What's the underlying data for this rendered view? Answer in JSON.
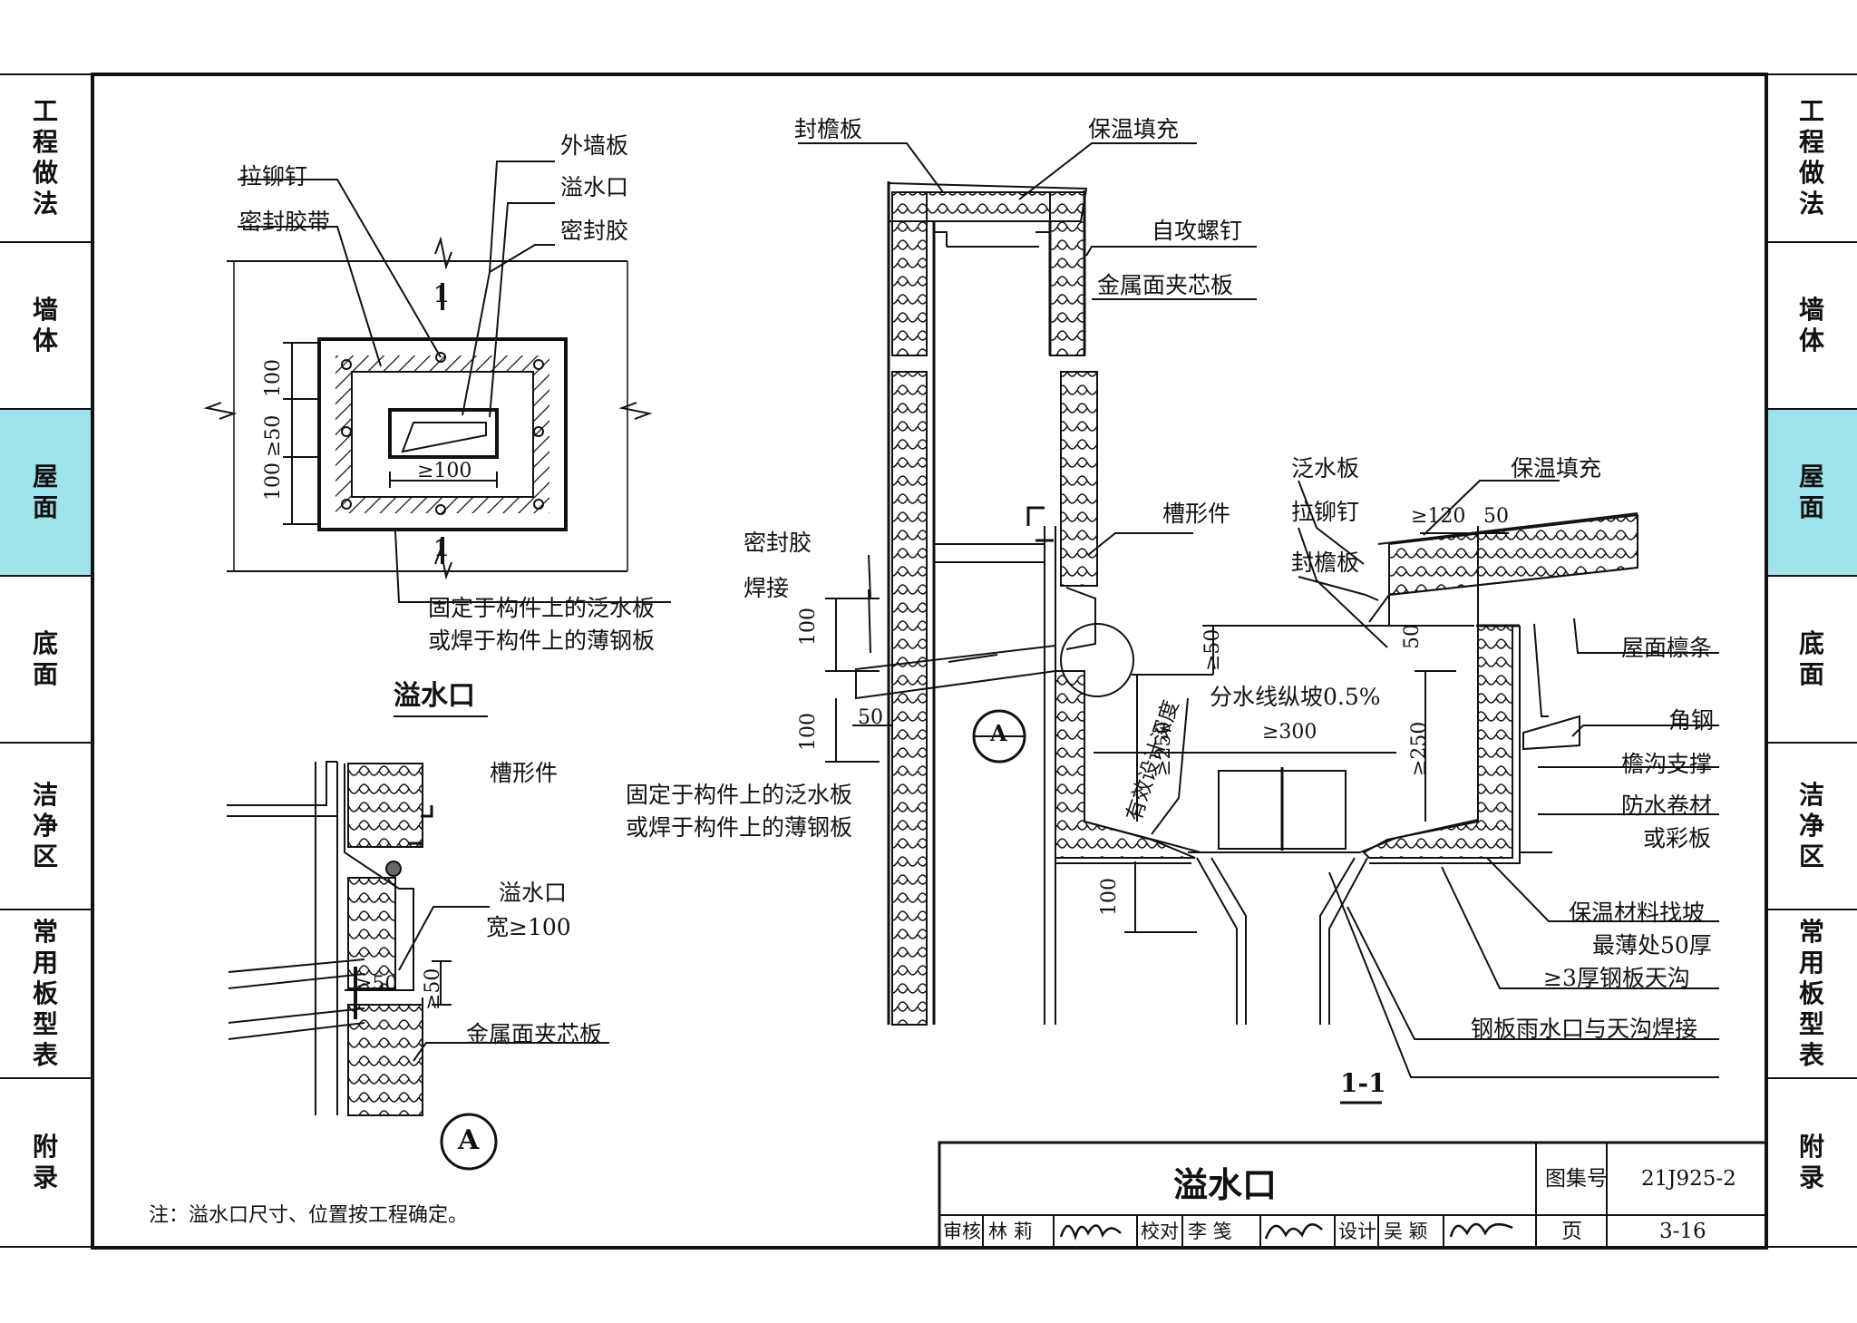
{
  "left_tabs": [
    {
      "label": "工程做法",
      "active": false
    },
    {
      "label": "墙体",
      "active": false
    },
    {
      "label": "屋面",
      "active": true
    },
    {
      "label": "底面",
      "active": false
    },
    {
      "label": "洁净区",
      "active": false
    },
    {
      "label": "常用板型表",
      "active": false
    },
    {
      "label": "附录",
      "active": false
    }
  ],
  "right_tabs": [
    {
      "label": "工程做法",
      "active": false
    },
    {
      "label": "墙体",
      "active": false
    },
    {
      "label": "屋面",
      "active": true
    },
    {
      "label": "底面",
      "active": false
    },
    {
      "label": "洁净区",
      "active": false
    },
    {
      "label": "常用板型表",
      "active": false
    },
    {
      "label": "附录",
      "active": false
    }
  ],
  "accent_color": "#9ee4ea",
  "plan": {
    "labels": {
      "rivet": "拉铆钉",
      "tape": "密封胶带",
      "outer_panel": "外墙板",
      "overflow": "溢水口",
      "sealant": "密封胶",
      "note_line1": "固定于构件上的泛水板",
      "note_line2": "或焊于构件上的薄钢板"
    },
    "dims": {
      "d1": "100",
      "d2": "≥50",
      "d3": "100",
      "width": "≥100"
    },
    "section_mark": "1",
    "caption": "溢水口"
  },
  "detail_a": {
    "labels": {
      "channel": "槽形件",
      "overflow": "溢水口",
      "width": "宽≥100",
      "panel": "金属面夹芯板"
    },
    "dims": {
      "d1": "≥50",
      "d2": "≥50"
    },
    "marker": "A"
  },
  "section": {
    "labels": {
      "eave_board": "封檐板",
      "insulation": "保温填充",
      "screw": "自攻螺钉",
      "sandwich": "金属面夹芯板",
      "sealant": "密封胶",
      "weld": "焊接",
      "channel": "槽形件",
      "flash_line1": "固定于构件上的泛水板",
      "flash_line2": "或焊于构件上的薄钢板",
      "r_flashing": "泛水板",
      "r_insulation": "保温填充",
      "r_rivet": "拉铆钉",
      "r_eave": "封檐板",
      "purlin": "屋面檩条",
      "angle": "角钢",
      "gutter_support": "檐沟支撑",
      "waterproof1": "防水卷材",
      "waterproof2": "或彩板",
      "slope1": "保温材料找坡",
      "slope2": "最薄处50厚",
      "steel_gutter": "≥3厚钢板天沟",
      "drain_weld": "钢板雨水口与天沟焊接",
      "divide_slope": "分水线纵坡0.5%",
      "effective_depth": "有效设计深度"
    },
    "dims": {
      "d100a": "100",
      "d100b": "100",
      "d50": "50",
      "d120": "≥120",
      "d50b": "50",
      "d50c": "50",
      "d50d": "≥50",
      "d250a": "≥250",
      "d250b": "≥250",
      "d300": "≥300",
      "d100c": "100"
    },
    "marker_letter": "A",
    "caption": "1-1"
  },
  "note": "注：溢水口尺寸、位置按工程确定。",
  "title_block": {
    "title": "溢水口",
    "atlas_label": "图集号",
    "atlas_value": "21J925-2",
    "review_label": "审核",
    "reviewer": "林  莉",
    "check_label": "校对",
    "checker": "李  笺",
    "design_label": "设计",
    "designer": "吴  颖",
    "page_label": "页",
    "page_value": "3-16"
  }
}
